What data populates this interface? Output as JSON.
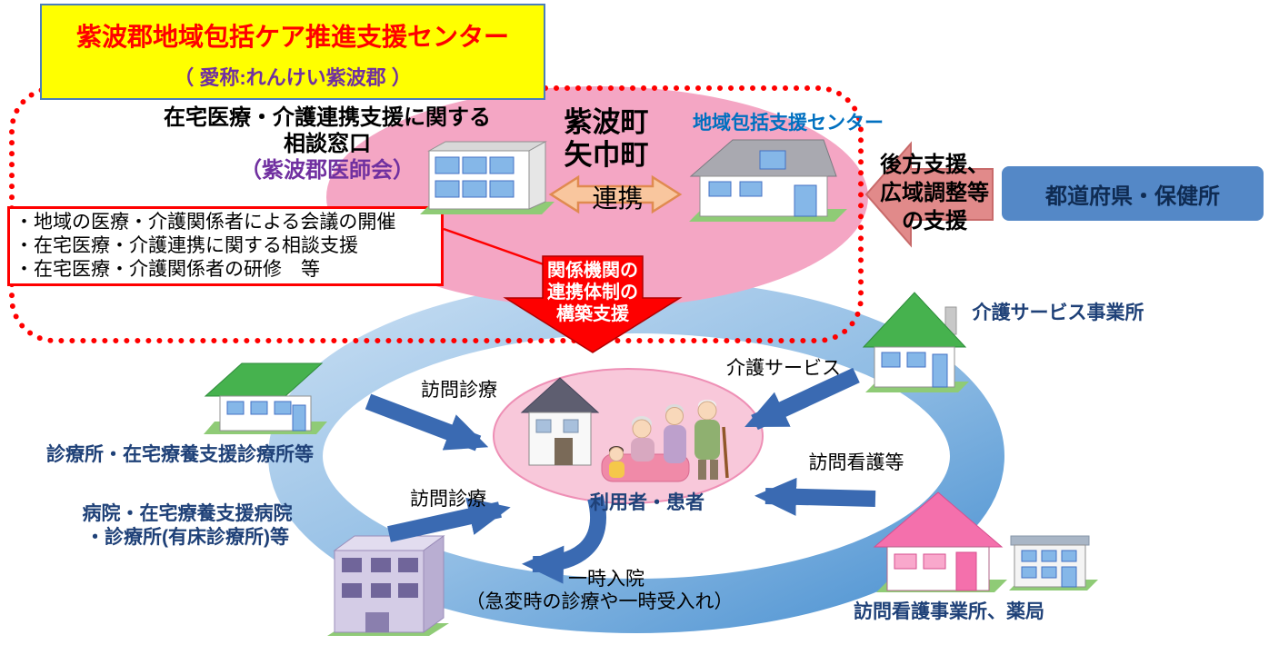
{
  "colors": {
    "accent_red": "#FF0000",
    "accent_purple": "#7030A0",
    "label_navy": "#1F4178",
    "label_bright_blue": "#0070C0",
    "arrow_blue": "#3A6AB2",
    "pink_ellipse": "#F4A6C4",
    "ring_blue": "#579BD5",
    "header_yellow": "#FFFF00"
  },
  "header": {
    "title": "紫波郡地域包括ケア推進支援センター",
    "subtitle": "（ 愛称:れんけい紫波郡 ）"
  },
  "top": {
    "consult_line1": "在宅医療・介護連携支援に関する",
    "consult_line2": "相談窓口",
    "consult_line3": "（紫波郡医師会）",
    "town1": "紫波町",
    "town2": "矢巾町",
    "renkei": "連携",
    "chiiki_center": "地域包括支援センター",
    "tasks": [
      "・地域の医療・介護関係者による会議の開催",
      "・在宅医療・介護連携に関する相談支援",
      "・在宅医療・介護関係者の研修　等"
    ],
    "build_support": [
      "関係機関の",
      "連携体制の",
      "構築支援"
    ],
    "back_support": [
      "後方支援、",
      "広域調整等",
      "の支援"
    ],
    "prefecture": "都道府県・保健所"
  },
  "network": {
    "user_patient": "利用者・患者",
    "clinic": "診療所・在宅療養支援診療所等",
    "hospital_line1": "病院・在宅療養支援病院",
    "hospital_line2": "・診療所(有床診療所)等",
    "care_office": "介護サービス事業所",
    "nursing_pharmacy": "訪問看護事業所、薬局",
    "labels": {
      "visit_care_top": "訪問診療",
      "visit_care_bottom": "訪問診療",
      "care_service": "介護サービス",
      "visiting_nursing": "訪問看護等",
      "temp_admission": "一時入院",
      "temp_admission_note": "（急変時の診療や一時受入れ）"
    }
  }
}
